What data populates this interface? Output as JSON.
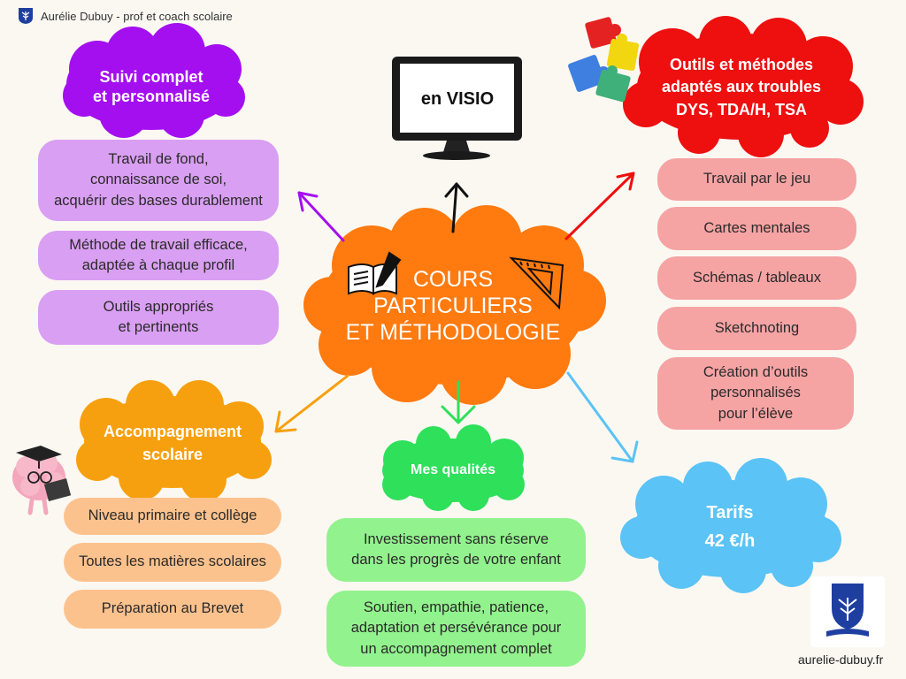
{
  "header": {
    "brand": "Aurélie Dubuy - prof et coach scolaire"
  },
  "center": {
    "title": "COURS\nPARTICULIERS\nET MÉTHODOLOGIE"
  },
  "visio": {
    "label": "en VISIO"
  },
  "suivi": {
    "title": "Suivi complet\net personnalisé",
    "items": [
      "Travail de fond,\nconnaissance de soi,\nacquérir des bases durablement",
      "Méthode de travail efficace,\nadaptée à chaque profil",
      "Outils appropriés\net pertinents"
    ]
  },
  "outils": {
    "title": "Outils et méthodes\nadaptés aux troubles\nDYS, TDA/H, TSA",
    "items": [
      "Travail par le jeu",
      "Cartes mentales",
      "Schémas / tableaux",
      "Sketchnoting",
      "Création d’outils\npersonnalisés\npour l’élève"
    ]
  },
  "accomp": {
    "title": "Accompagnement\nscolaire",
    "items": [
      "Niveau primaire et collège",
      "Toutes les matières scolaires",
      "Préparation au Brevet"
    ]
  },
  "qualites": {
    "title": "Mes qualités",
    "items": [
      "Investissement sans réserve\ndans les progrès de votre enfant",
      "Soutien, empathie, patience,\nadaptation et persévérance pour\nun accompagnement complet"
    ]
  },
  "tarifs": {
    "title": "Tarifs",
    "price": "42 €/h"
  },
  "footer": {
    "site": "aurelie-dubuy.fr"
  },
  "colors": {
    "purple": "#a40ff0",
    "red": "#ee0f0f",
    "orange": "#ff7a0f",
    "accomp_orange": "#f7a00f",
    "green": "#2ee05a",
    "blue": "#5bc3f5"
  }
}
